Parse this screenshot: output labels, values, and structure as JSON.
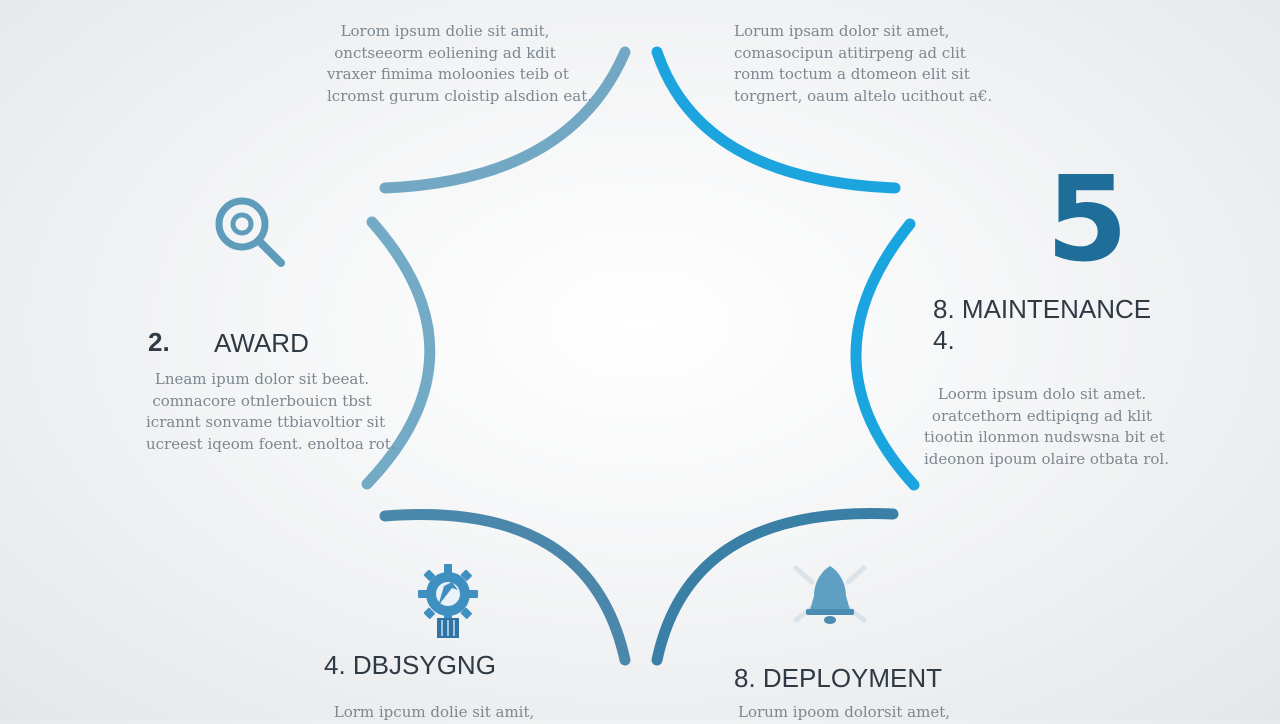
{
  "colors": {
    "arc_light": "#6fa6c2",
    "arc_bright": "#1aa3dd",
    "arc_dark": "#3d7fa3",
    "heading": "#2f3a44",
    "body_text": "#7c8790",
    "big_number": "#1f6e9a"
  },
  "big_number": "5",
  "blocks": {
    "top_left": {
      "lines": [
        "Lorom ipsum dolie sit amit,",
        "onctseeorm eoliening ad kdit",
        "vraxer fimima moloonies teib ot",
        "lcromst gurum cloistip alsdion eat."
      ]
    },
    "top_right": {
      "lines": [
        "Lorum ipsam dolor sit amet,",
        "comasocipun atitirpeng ad clit",
        "ronm toctum a dtomeon elit sit",
        "torgnert, oaum altelo ucithout a€."
      ]
    },
    "left": {
      "number": "2.",
      "title": "AWARD",
      "lines": [
        "Lneam ipum dolor sit beeat.",
        "comnacore otnlerbouicn tbst",
        "icrannt sonvame ttbiavoltior sit",
        "ucreest iqeom foent. enoltoa rot."
      ]
    },
    "right": {
      "title_line1": "8. MAINTENANCE",
      "title_line2": "4.",
      "lines": [
        "Loorm ipsum dolo sit amet.",
        "oratcethorn edtipiqng ad klit",
        "tiootin ilonmon nudswsna bit et",
        "ideonon ipoum olaire otbata rol."
      ]
    },
    "bottom_left": {
      "title": "4. DBJSYGNG",
      "lines": [
        "Lorm ipcum dolie sit amit,"
      ]
    },
    "bottom_right": {
      "title": "8. DEPLOYMENT",
      "lines": [
        "Lorum ipoom dolorsit amet,"
      ]
    }
  },
  "icons": [
    "magnifier-icon",
    "gear-wrench-icon",
    "bell-icon"
  ]
}
